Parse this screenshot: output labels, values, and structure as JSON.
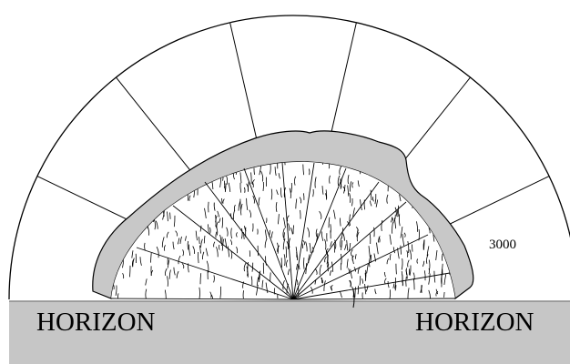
{
  "diagram": {
    "horizon_left_label": "HORIZON",
    "horizon_right_label": "HORIZON",
    "elevation_label": "3000",
    "colors": {
      "ground": "#c6c6c6",
      "band": "#c8c8c8",
      "stroke": "#000000",
      "background": "#ffffff"
    },
    "dome_segments": 7,
    "inner_wedges": 12
  }
}
